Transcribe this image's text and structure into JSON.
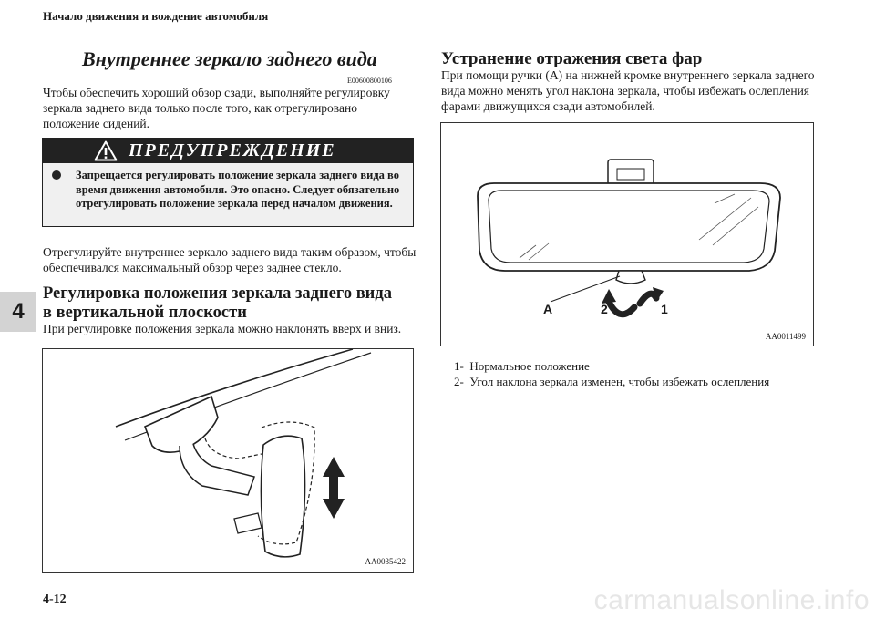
{
  "header": {
    "running_title": "Начало движения и вождение автомобиля"
  },
  "chapter_tab": "4",
  "page_number": "4-12",
  "watermark": "carmanualsonline.info",
  "section_mirror": {
    "title": "Внутреннее зеркало заднего вида",
    "code": "E00600800106",
    "intro": "Чтобы обеспечить хороший обзор сзади, выполняйте регулировку зеркала заднего вида только после того, как отрегулировано положение сидений."
  },
  "warning": {
    "title": "ПРЕДУПРЕЖДЕНИЕ",
    "text": "Запрещается регулировать положение зеркала заднего вида во время движения автомобиля. Это опасно. Следует обязательно отрегулировать положение зеркала перед началом движения."
  },
  "adjust_text": "Отрегулируйте внутреннее зеркало заднего вида таким образом, чтобы обеспечивался максимальный обзор через заднее стекло.",
  "section_vertical": {
    "title_line1": "Регулировка положения зеркала заднего вида",
    "title_line2": "в вертикальной плоскости",
    "text": "При регулировке положения зеркала можно наклонять вверх и вниз."
  },
  "figure_left": {
    "code": "AA0035422"
  },
  "section_glare": {
    "title": "Устранение отражения света фар",
    "text": "При помощи ручки (A) на нижней кромке внутреннего зеркала заднего вида можно менять угол наклона зеркала, чтобы избежать ослепления фарами движущихся сзади автомобилей."
  },
  "figure_right": {
    "code": "AA0011499",
    "label_a": "A",
    "label_2": "2",
    "label_1": "1"
  },
  "legend": [
    {
      "num": "1-",
      "text": "Нормальное положение"
    },
    {
      "num": "2-",
      "text": "Угол наклона зеркала изменен, чтобы избежать ослепления"
    }
  ]
}
